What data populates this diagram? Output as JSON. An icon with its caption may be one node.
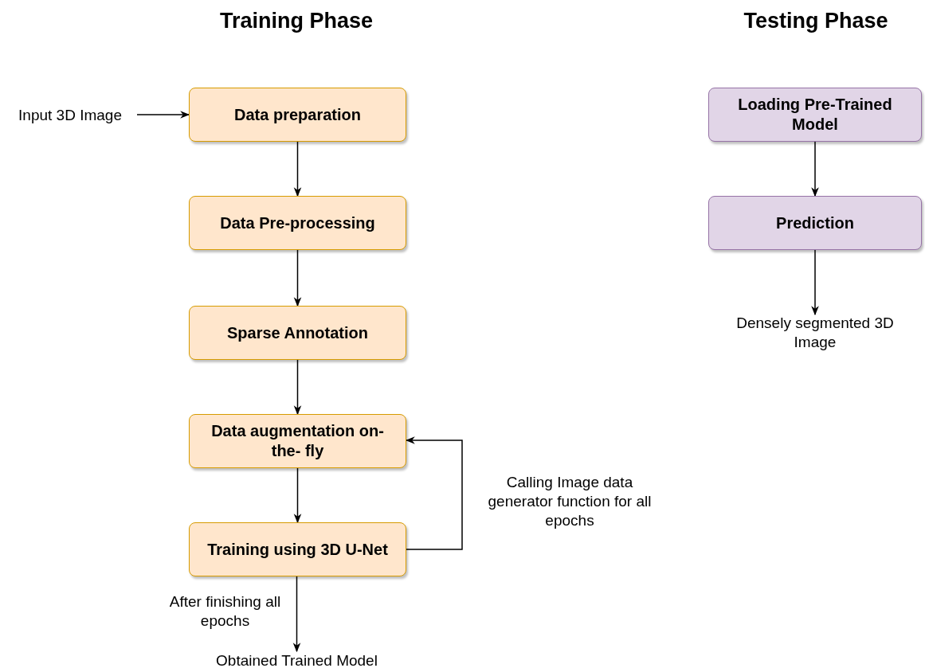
{
  "diagram": {
    "nodes": [
      {
        "text": [
          "Input 3D Image"
        ]
      },
      {
        "text": [
          "Data preparation"
        ]
      },
      {
        "text": [
          "Data Pre-processing"
        ]
      },
      {
        "text": [
          "Sparse Annotation"
        ]
      },
      {
        "text": [
          "Data augmentation on- the- fly"
        ]
      },
      {
        "text": [
          "Training using 3D U-Net"
        ]
      },
      {
        "text": [
          "Obtained Trained Model"
        ]
      },
      {
        "text": [
          "Loading Pre-Trained Model"
        ]
      },
      {
        "text": [
          "Prediction"
        ]
      },
      {
        "text": [
          "Densely segmented 3D Image"
        ]
      }
    ],
    "edges": [
      {
        "from": 0,
        "to": 1,
        "arrow": "to"
      },
      {
        "from": 1,
        "to": 2,
        "arrow": "to"
      },
      {
        "from": 2,
        "to": 3,
        "arrow": "to"
      },
      {
        "from": 3,
        "to": 4,
        "arrow": "to"
      },
      {
        "from": 4,
        "to": 5,
        "arrow": "to"
      },
      {
        "from": 5,
        "to": 4,
        "arrow": "to",
        "label": "Calling Image data generator function for all epochs"
      },
      {
        "from": 5,
        "to": 6,
        "arrow": "to",
        "label": "After finishing all epochs"
      },
      {
        "from": 7,
        "to": 8,
        "arrow": "to"
      },
      {
        "from": 8,
        "to": 9,
        "arrow": "to"
      }
    ],
    "labels": [
      "Training Phase",
      "Testing Phase"
    ]
  }
}
